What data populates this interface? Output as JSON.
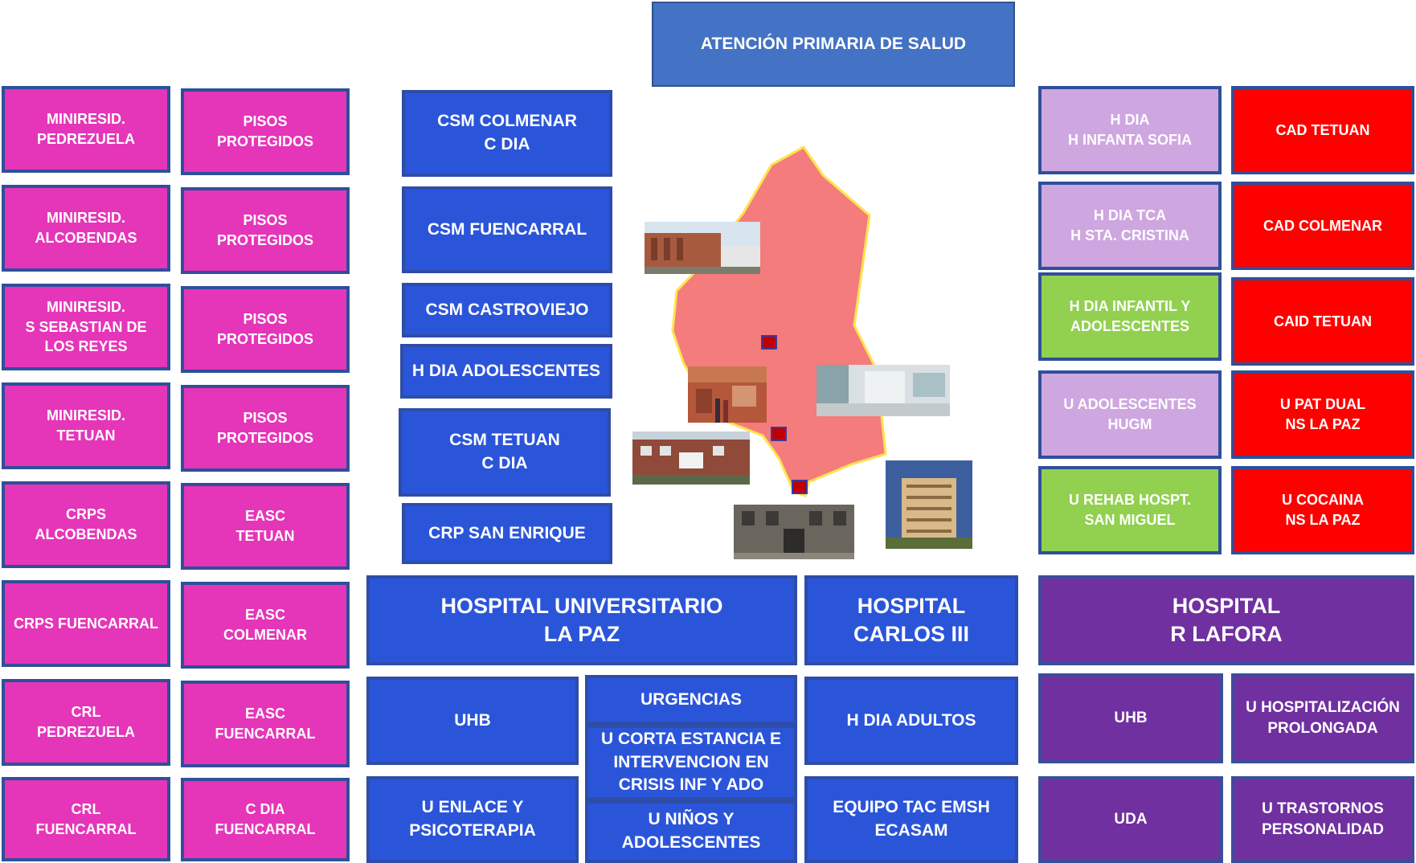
{
  "top": {
    "aps": "ATENCIÓN PRIMARIA DE SALUD"
  },
  "left_col1": [
    "MINIRESID.\nPEDREZUELA",
    "MINIRESID.\nALCOBENDAS",
    "MINIRESID.\nS SEBASTIAN DE\nLOS REYES",
    "MINIRESID.\nTETUAN",
    "CRPS\nALCOBENDAS",
    "CRPS FUENCARRAL",
    "CRL\nPEDREZUELA",
    "CRL\nFUENCARRAL"
  ],
  "left_col2": [
    "PISOS\nPROTEGIDOS",
    "PISOS\nPROTEGIDOS",
    "PISOS\nPROTEGIDOS",
    "PISOS\nPROTEGIDOS",
    "EASC\nTETUAN",
    "EASC\nCOLMENAR",
    "EASC\nFUENCARRAL",
    "C DIA\nFUENCARRAL"
  ],
  "csm": [
    "CSM COLMENAR\nC DIA",
    "CSM FUENCARRAL",
    "CSM CASTROVIEJO",
    "H DIA ADOLESCENTES",
    "CSM  TETUAN\nC DIA",
    "CRP SAN ENRIQUE"
  ],
  "right_col1": [
    "H DIA\nH  INFANTA SOFIA",
    "H DIA TCA\nH STA. CRISTINA",
    "H DIA INFANTIL Y\nADOLESCENTES",
    "U ADOLESCENTES\nHUGM",
    "U REHAB HOSPT.\nSAN MIGUEL"
  ],
  "right_col2": [
    "CAD TETUAN",
    "CAD COLMENAR",
    "CAID TETUAN",
    "U PAT DUAL\nNS LA PAZ",
    "U COCAINA\nNS LA PAZ"
  ],
  "hospitals": {
    "la_paz": "HOSPITAL  UNIVERSITARIO\nLA PAZ",
    "carlos_iii": "HOSPITAL\nCARLOS III",
    "lafora": "HOSPITAL\nR LAFORA"
  },
  "la_paz_units": {
    "uhb": "UHB",
    "urgencias": "URGENCIAS",
    "corta_estancia": "U CORTA ESTANCIA E\nINTERVENCION EN\nCRISIS  INF Y ADO",
    "enlace": "U ENLACE Y\nPSICOTERAPIA",
    "ninos": "U NIÑOS Y\nADOLESCENTES"
  },
  "carlos_units": {
    "hdia": "H DIA ADULTOS",
    "tac": "EQUIPO TAC EMSH\nECASAM"
  },
  "lafora_units": {
    "uhb": "UHB",
    "hosp_prolongada": "U HOSPITALIZACIÓN\nPROLONGADA",
    "uda": "UDA",
    "trastornos": "U TRASTORNOS\nPERSONALIDAD"
  },
  "colors": {
    "pink": "#e535b8",
    "blue": "#2b55d9",
    "lilac": "#cea6e0",
    "green": "#92d050",
    "red": "#ff0000",
    "purple": "#7030a0",
    "map_fill": "#f47c7c",
    "map_border": "#ffe34d"
  }
}
